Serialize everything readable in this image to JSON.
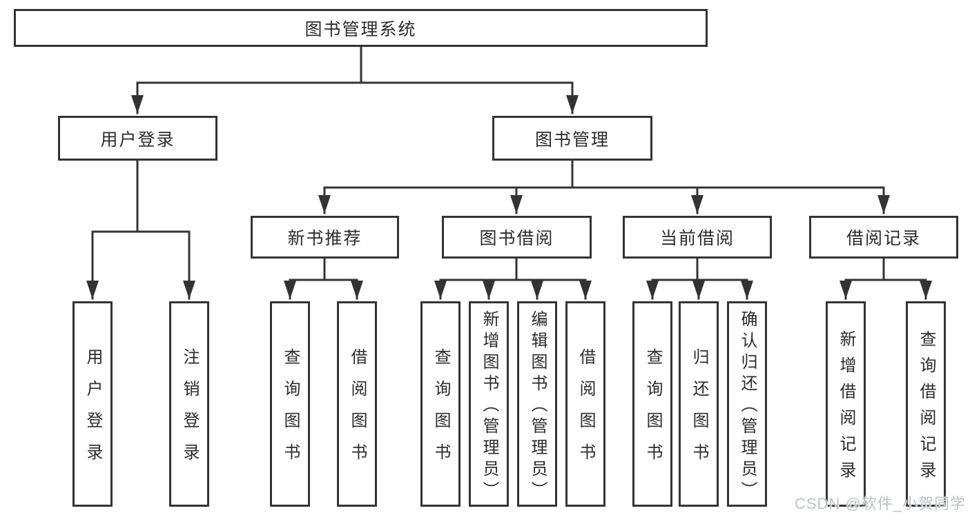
{
  "diagram": {
    "title": "图书管理系统",
    "nodes": {
      "root": {
        "label": "图书管理系统"
      },
      "user_login": {
        "label": "用户登录"
      },
      "book_mgmt": {
        "label": "图书管理"
      },
      "new_book_rec": {
        "label": "新书推荐"
      },
      "book_borrow": {
        "label": "图书借阅"
      },
      "current_borrow": {
        "label": "当前借阅"
      },
      "borrow_records": {
        "label": "借阅记录"
      },
      "leaf_user_login": {
        "label": "用户登录"
      },
      "leaf_logout": {
        "label": "注销登录"
      },
      "leaf_rec_query": {
        "label": "查询图书"
      },
      "leaf_rec_borrow": {
        "label": "借阅图书"
      },
      "leaf_bb_query": {
        "label": "查询图书"
      },
      "leaf_bb_add": {
        "label": "新增图书（管理员）"
      },
      "leaf_bb_edit": {
        "label": "编辑图书（管理员）"
      },
      "leaf_bb_borrow": {
        "label": "借阅图书"
      },
      "leaf_cb_query": {
        "label": "查询图书"
      },
      "leaf_cb_return": {
        "label": "归还图书"
      },
      "leaf_cb_confirm": {
        "label": "确认归还（管理员）"
      },
      "leaf_br_add": {
        "label": "新增借阅记录"
      },
      "leaf_br_query": {
        "label": "查询借阅记录"
      }
    },
    "hierarchy": {
      "图书管理系统": {
        "用户登录": [
          "用户登录",
          "注销登录"
        ],
        "图书管理": {
          "新书推荐": [
            "查询图书",
            "借阅图书"
          ],
          "图书借阅": [
            "查询图书",
            "新增图书（管理员）",
            "编辑图书（管理员）",
            "借阅图书"
          ],
          "当前借阅": [
            "查询图书",
            "归还图书",
            "确认归还（管理员）"
          ],
          "借阅记录": [
            "新增借阅记录",
            "查询借阅记录"
          ]
        }
      }
    },
    "colors": {
      "line": "#333333",
      "box_border": "#333333",
      "text": "#2b2b2b",
      "background": "#ffffff",
      "watermark": "#b8bdc4"
    }
  },
  "watermark": {
    "text": "CSDN @软件_小贺同学"
  }
}
